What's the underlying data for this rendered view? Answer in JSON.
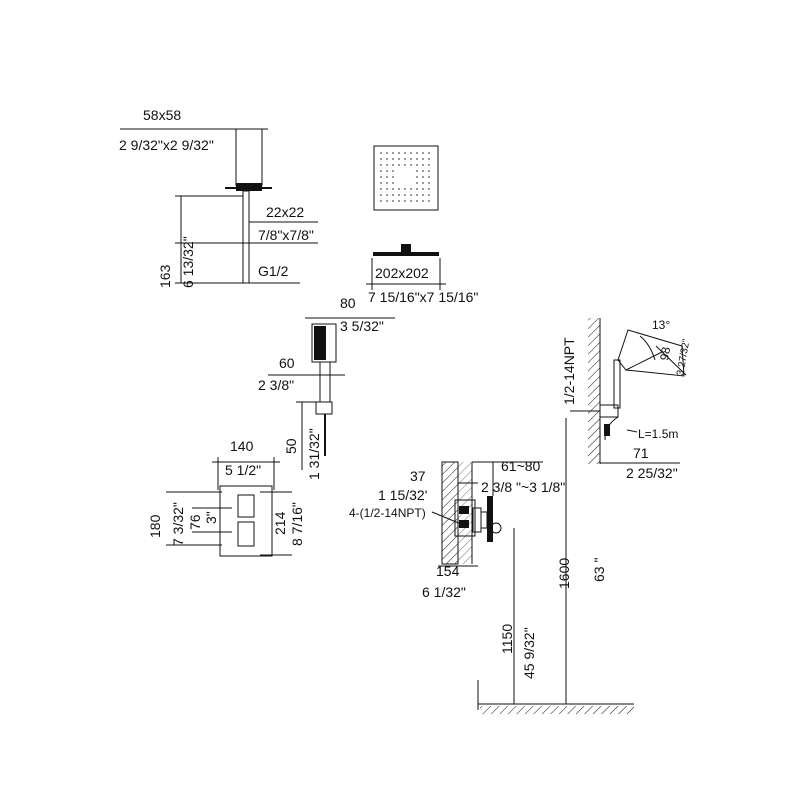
{
  "ceiling_arm": {
    "flange_mm": "58x58",
    "flange_in": "2 9/32\"x2 9/32\"",
    "pipe_mm": "22x22",
    "pipe_in": "7/8\"x7/8\"",
    "thread": "G1/2",
    "height_mm": "163",
    "height_in": "6 13/32\""
  },
  "rain_head": {
    "size_mm": "202x202",
    "size_in": "7 15/16\"x7 15/16\""
  },
  "hand_shower": {
    "head_mm": "80",
    "head_in": "3 5/32\"",
    "handle_mm": "60",
    "handle_in": "2 3/8\"",
    "height_mm": "50",
    "height_in": "1 31/32\""
  },
  "valve_plate": {
    "width_mm": "140",
    "width_in": "5 1/2\"",
    "height_mm": "180",
    "height_in": "7 3/32\"",
    "inner_mm": "76",
    "inner_in": "3\"",
    "total_mm": "214",
    "total_in": "8 7/16\""
  },
  "valve_section": {
    "wall_mm": "37",
    "wall_in": "1 15/32'",
    "depth_range_mm": "61~80",
    "depth_range_in": "2 3/8  \"~3 1/8\"",
    "ports": "4-(1/2-14NPT)",
    "body_mm": "154",
    "body_in": "6 1/32\""
  },
  "heights": {
    "valve_mm": "1150",
    "valve_in": "45 9/32\"",
    "outlet_mm": "1600",
    "outlet_in": "63 \""
  },
  "wall_outlet": {
    "thread": "1/2-14NPT",
    "angle": "13°",
    "bracket_mm": "98",
    "bracket_in": "3 27/32\"",
    "hose": "L=1.5m",
    "depth_mm": "71",
    "depth_in": "2 25/32\""
  }
}
